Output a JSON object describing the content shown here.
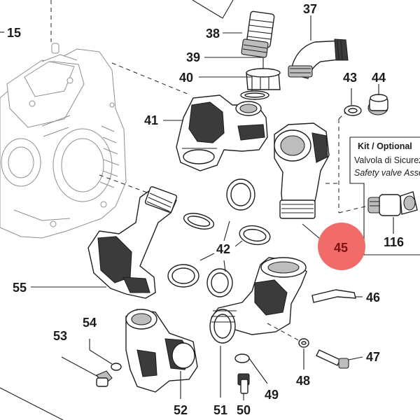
{
  "diagram": {
    "kit_box": {
      "title": "Kit / Optional",
      "line_it": "Valvola di Sicurezza",
      "line_en": "Safety valve Assembly"
    },
    "callouts": {
      "c15": "15",
      "c37": "37",
      "c38": "38",
      "c39": "39",
      "c40": "40",
      "c41": "41",
      "c42": "42",
      "c43": "43",
      "c44": "44",
      "c45": "45",
      "c46": "46",
      "c47": "47",
      "c48": "48",
      "c49": "49",
      "c50": "50",
      "c51": "51",
      "c52": "52",
      "c53": "53",
      "c54": "54",
      "c55": "55",
      "c116": "116"
    },
    "highlight": {
      "callout": "45",
      "color": "#f26b6b"
    }
  }
}
